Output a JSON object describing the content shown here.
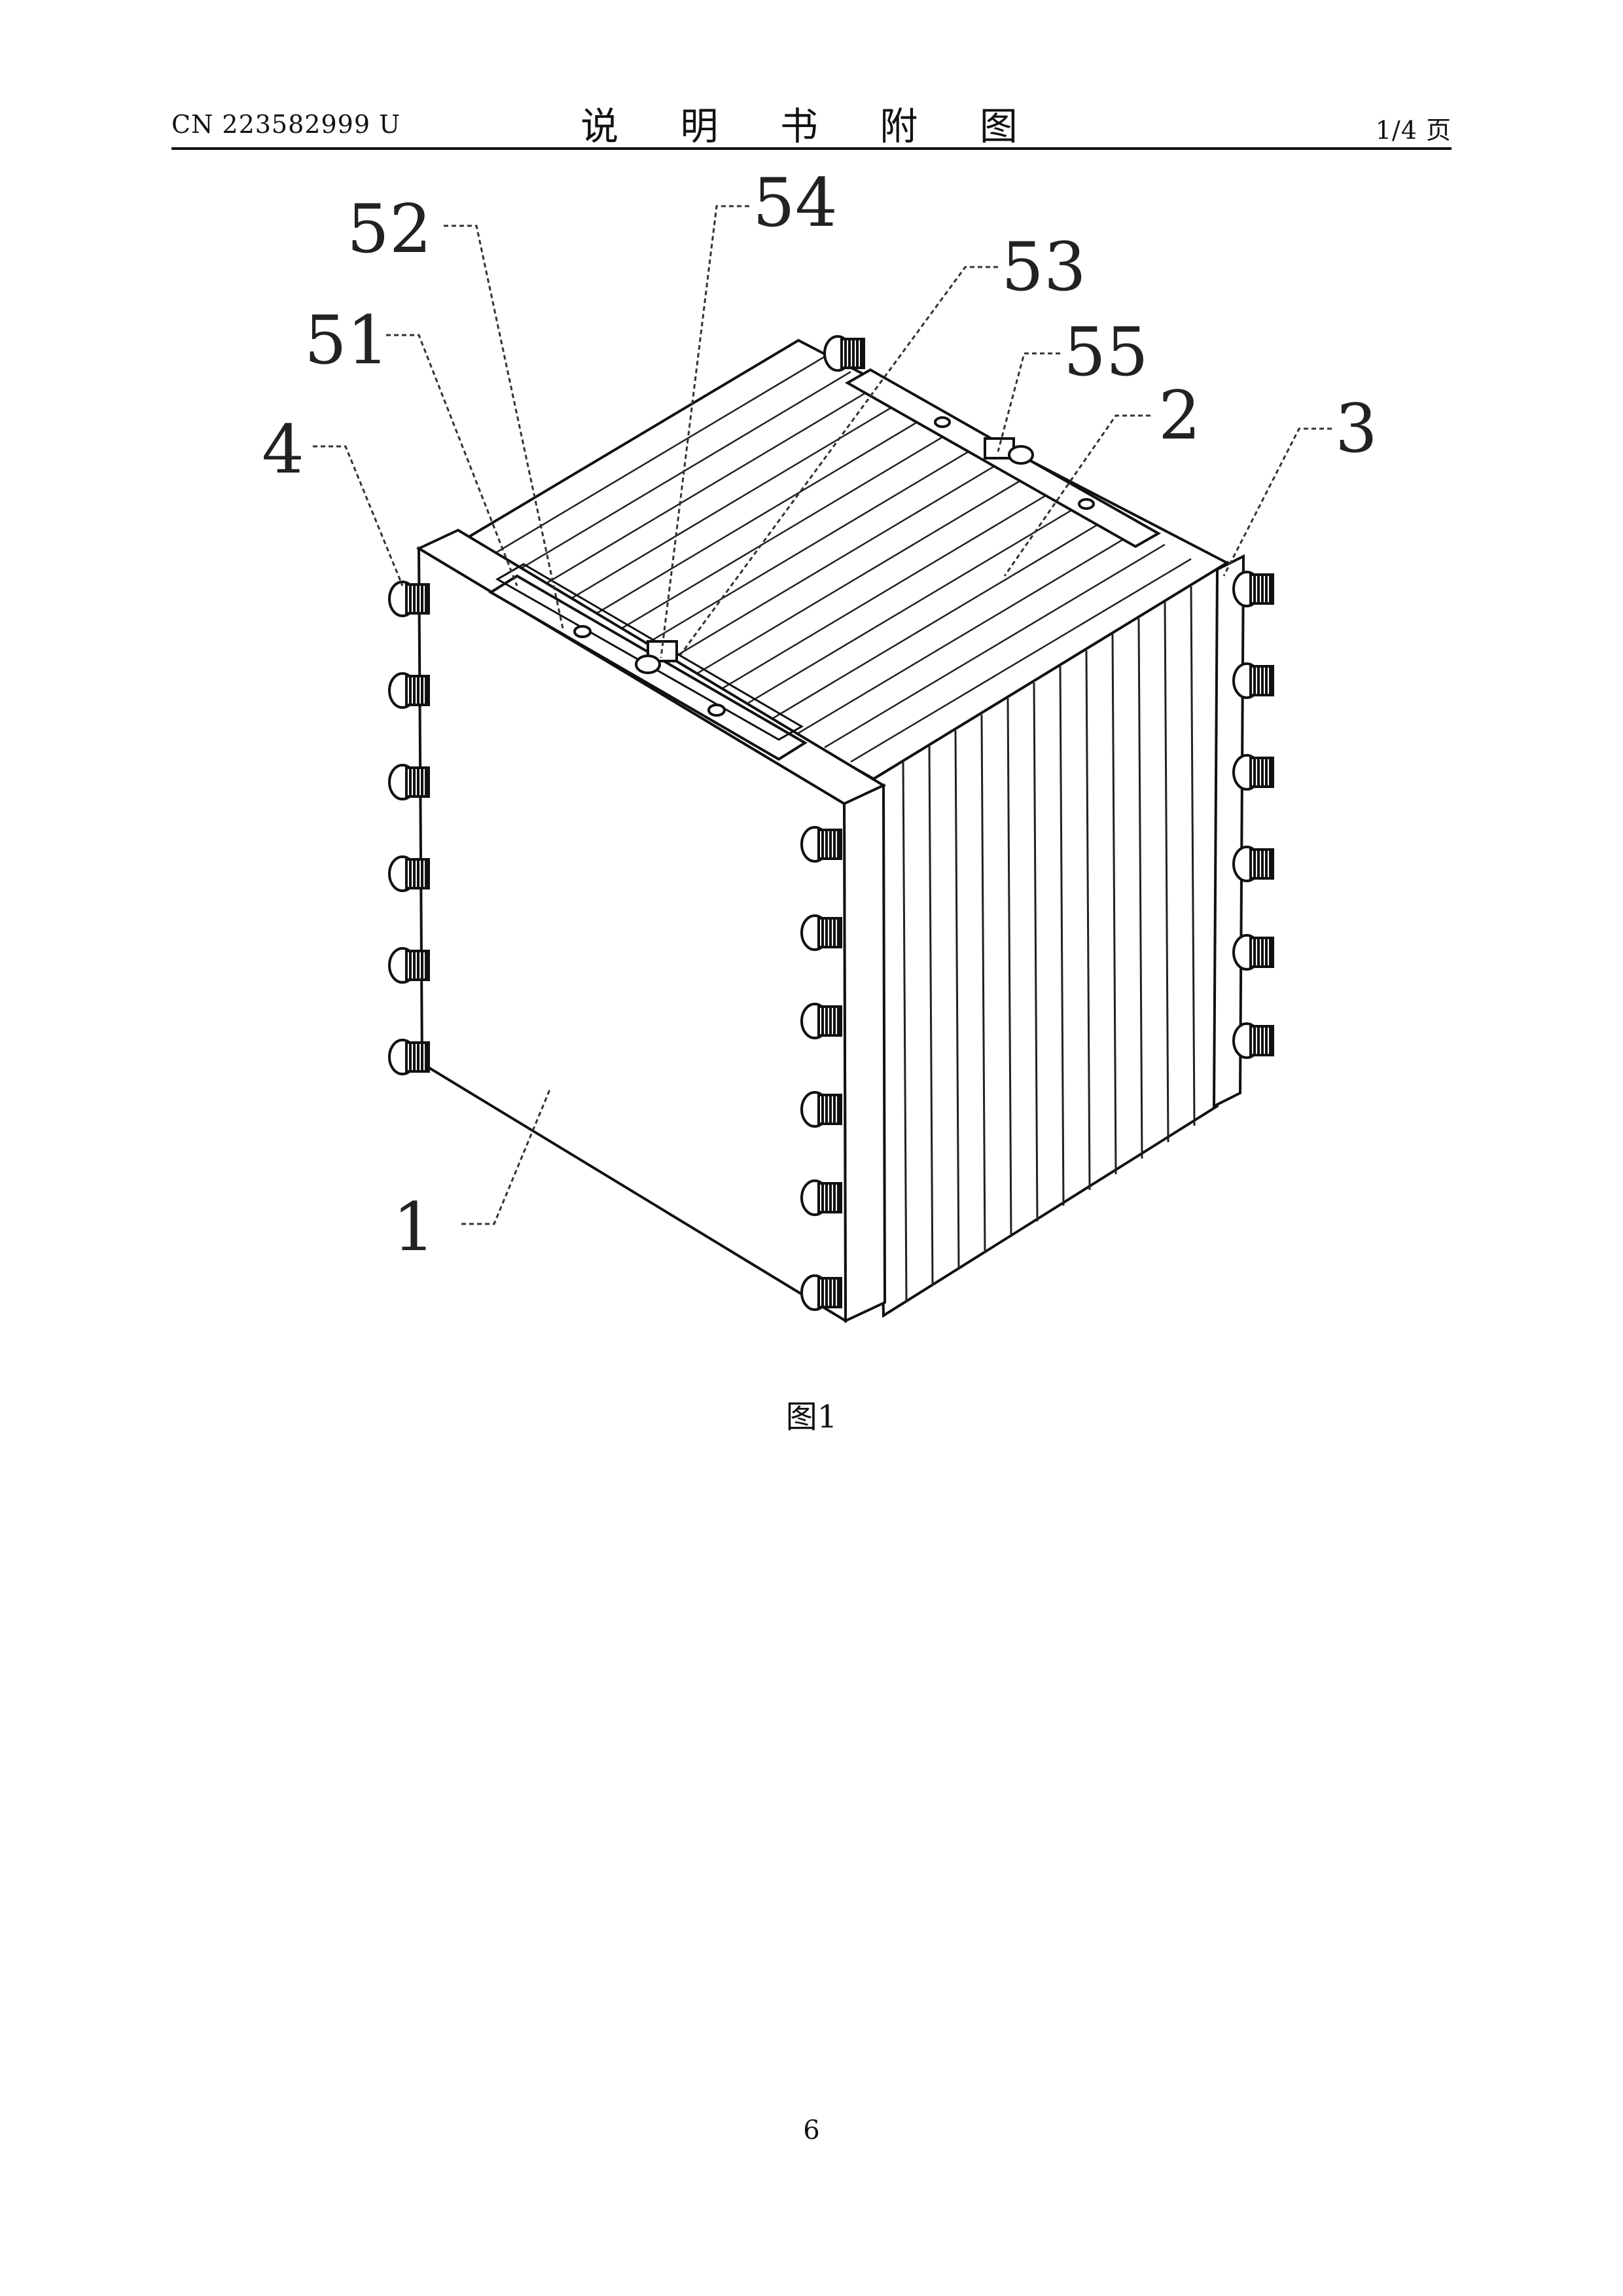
{
  "header": {
    "doc_number": "CN 223582999 U",
    "title": "说 明 书 附 图",
    "page_count": "1/4 页"
  },
  "figure": {
    "reference_numerals": [
      "52",
      "54",
      "53",
      "51",
      "55",
      "2",
      "3",
      "4",
      "1"
    ],
    "caption": "图1"
  },
  "footer": {
    "page_number": "6"
  }
}
